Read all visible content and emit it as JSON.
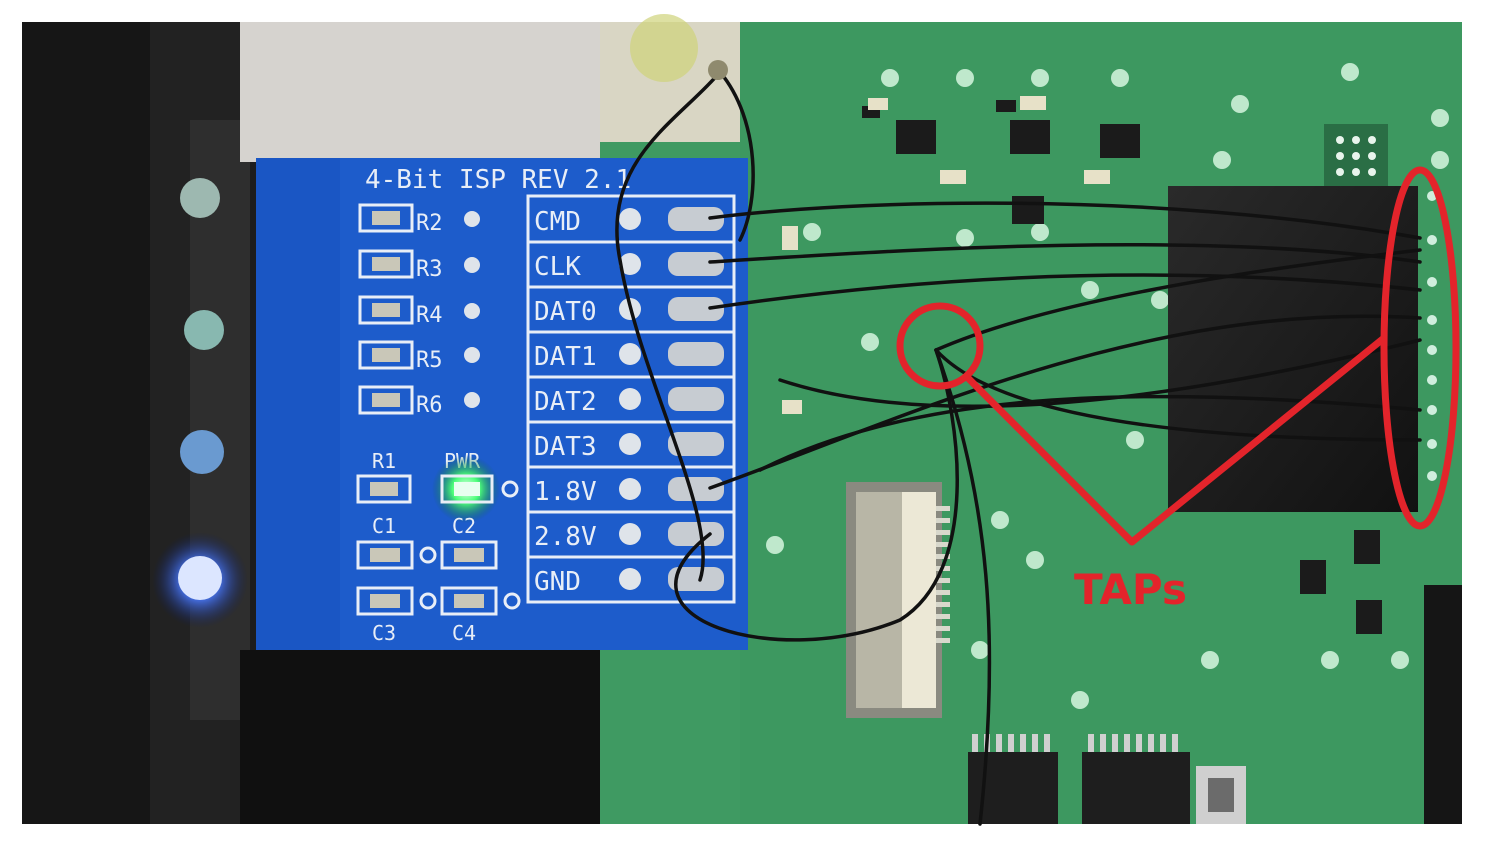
{
  "board": {
    "title": "4-Bit ISP REV 2.1",
    "resistors": [
      "R2",
      "R3",
      "R4",
      "R5",
      "R6"
    ],
    "pins": [
      "CMD",
      "CLK",
      "DAT0",
      "DAT1",
      "DAT2",
      "DAT3",
      "1.8V",
      "2.8V",
      "GND"
    ],
    "r1_label": "R1",
    "pwr_label": "PWR",
    "caps_top": [
      "C1",
      "C2"
    ],
    "caps_bottom": [
      "C3",
      "C4"
    ]
  },
  "annotation": {
    "label": "TAPs",
    "color": "#e3242b"
  },
  "colors": {
    "adapter_blue": "#1a56c4",
    "pcb_green": "#3f9a62",
    "led_blue": "#2f6bff",
    "led_green": "#4dff7a"
  }
}
